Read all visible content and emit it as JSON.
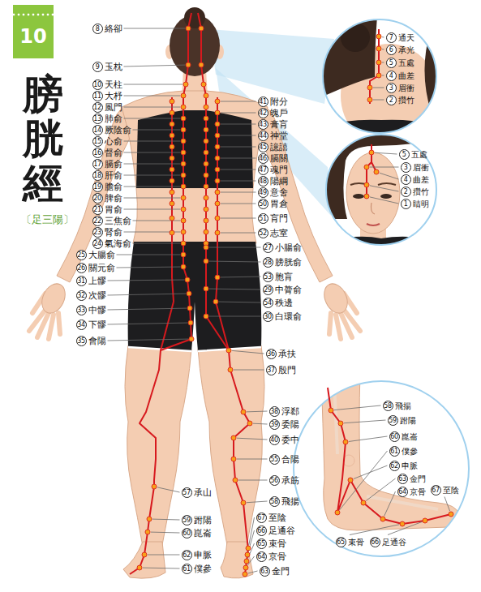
{
  "diagram": {
    "title": "膀胱經",
    "nodes": [
      {
        "text": [
          "10"
        ]
      }
    ],
    "labels": [
      "〔足三陽〕",
      "8",
      "絡卻",
      "9",
      "玉枕",
      "10",
      "天柱",
      "11",
      "大杼",
      "12",
      "風門",
      "13",
      "肺俞",
      "14",
      "厥陰俞",
      "15",
      "心俞",
      "16",
      "督俞",
      "17",
      "膈俞",
      "18",
      "肝俞",
      "19",
      "膽俞",
      "20",
      "脾俞",
      "21",
      "胃俞",
      "22",
      "三焦俞",
      "23",
      "腎俞",
      "24",
      "氣海俞",
      "25",
      "大腸俞",
      "26",
      "關元俞",
      "31",
      "上髎",
      "32",
      "次髎",
      "33",
      "中髎",
      "34",
      "下髎",
      "35",
      "會陽",
      "41",
      "附分",
      "42",
      "魄戶",
      "43",
      "膏肓",
      "44",
      "神堂",
      "45",
      "譩譆",
      "46",
      "膈關",
      "47",
      "魂門",
      "48",
      "陽綱",
      "49",
      "意舍",
      "50",
      "胃倉",
      "51",
      "肓門",
      "52",
      "志室",
      "27",
      "小腸俞",
      "28",
      "膀胱俞",
      "53",
      "胞肓",
      "29",
      "中膂俞",
      "54",
      "秩邊",
      "30",
      "白環俞",
      "36",
      "承扶",
      "37",
      "殷門",
      "38",
      "浮郄",
      "39",
      "委陽",
      "40",
      "委中",
      "55",
      "合陽",
      "56",
      "承筋",
      "58",
      "飛揚",
      "67",
      "至陰",
      "66",
      "足通谷",
      "65",
      "束骨",
      "64",
      "京骨",
      "63",
      "金門",
      "57",
      "承山",
      "59",
      "跗陽",
      "60",
      "崑崙",
      "62",
      "申脈",
      "61",
      "僕參",
      "7",
      "通天",
      "6",
      "承光",
      "5",
      "五處",
      "4",
      "曲差",
      "3",
      "眉衝",
      "2",
      "攢竹",
      "5",
      "五處",
      "3",
      "眉衝",
      "4",
      "曲差",
      "2",
      "攢竹",
      "1",
      "睛明",
      "58",
      "飛揚",
      "59",
      "跗陽",
      "60",
      "崑崙",
      "61",
      "僕參",
      "62",
      "申脈",
      "63",
      "金門",
      "64",
      "京骨",
      "67",
      "至陰",
      "65",
      "束骨",
      "66",
      "足通谷"
    ]
  }
}
